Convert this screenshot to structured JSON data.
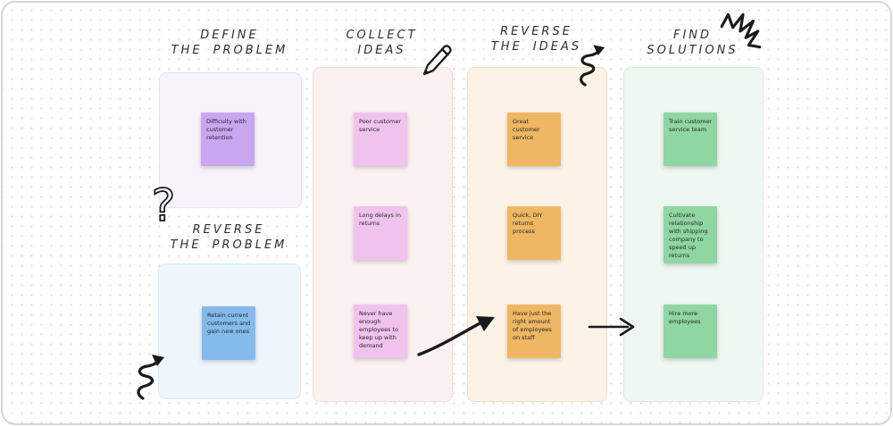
{
  "canvas": {
    "background": "#ffffff",
    "dot_color": "#d9d9dd",
    "stroke_color": "#1a1a1a"
  },
  "columns": [
    {
      "id": "define-the-problem",
      "title_line1": "DEFINE",
      "title_line2": "THE PROBLEM",
      "section_bg": "#f7f3fb",
      "section_border": "#e7dff3",
      "notes": [
        {
          "text": "Difficulty with customer retention",
          "color": "#c9a6f0"
        }
      ]
    },
    {
      "id": "reverse-the-problem",
      "title_line1": "REVERSE",
      "title_line2": "THE PROBLEM",
      "section_bg": "#eef6fb",
      "section_border": "#d9eaf5",
      "notes": [
        {
          "text": "Retain current customers and gain new ones",
          "color": "#85baec"
        }
      ]
    },
    {
      "id": "collect-ideas",
      "title_line1": "COLLECT",
      "title_line2": "IDEAS",
      "section_bg": "#fbf1f0",
      "section_border": "#f3dcda",
      "notes": [
        {
          "text": "Poor customer service",
          "color": "#f0c3ee"
        },
        {
          "text": "Long delays in returns",
          "color": "#f0c3ee"
        },
        {
          "text": "Never have enough employees to keep up with demand",
          "color": "#f0c3ee"
        }
      ]
    },
    {
      "id": "reverse-the-ideas",
      "title_line1": "REVERSE",
      "title_line2": "THE IDEAS",
      "section_bg": "#fcf2e6",
      "section_border": "#f2e0c6",
      "notes": [
        {
          "text": "Great customer service",
          "color": "#efb763"
        },
        {
          "text": "Quick, DIY returns process",
          "color": "#efb763"
        },
        {
          "text": "Have just the right amount of employees on staff",
          "color": "#efb763"
        }
      ]
    },
    {
      "id": "find-solutions",
      "title_line1": "FIND",
      "title_line2": "SOLUTIONS",
      "section_bg": "#eef7f0",
      "section_border": "#d8ecdc",
      "notes": [
        {
          "text": "Train customer service team",
          "color": "#90d6a3"
        },
        {
          "text": "Cultivate relationship with shipping company to speed up returns",
          "color": "#90d6a3"
        },
        {
          "text": "Hire more employees",
          "color": "#90d6a3"
        }
      ]
    }
  ],
  "decorations": {
    "question_mark": {
      "glyph": "?"
    },
    "items": [
      "question-mark",
      "squiggle-arrow-left",
      "pencil",
      "squiggle-arrow-middle",
      "zigzag-scribble",
      "curved-arrow",
      "straight-arrow"
    ]
  }
}
